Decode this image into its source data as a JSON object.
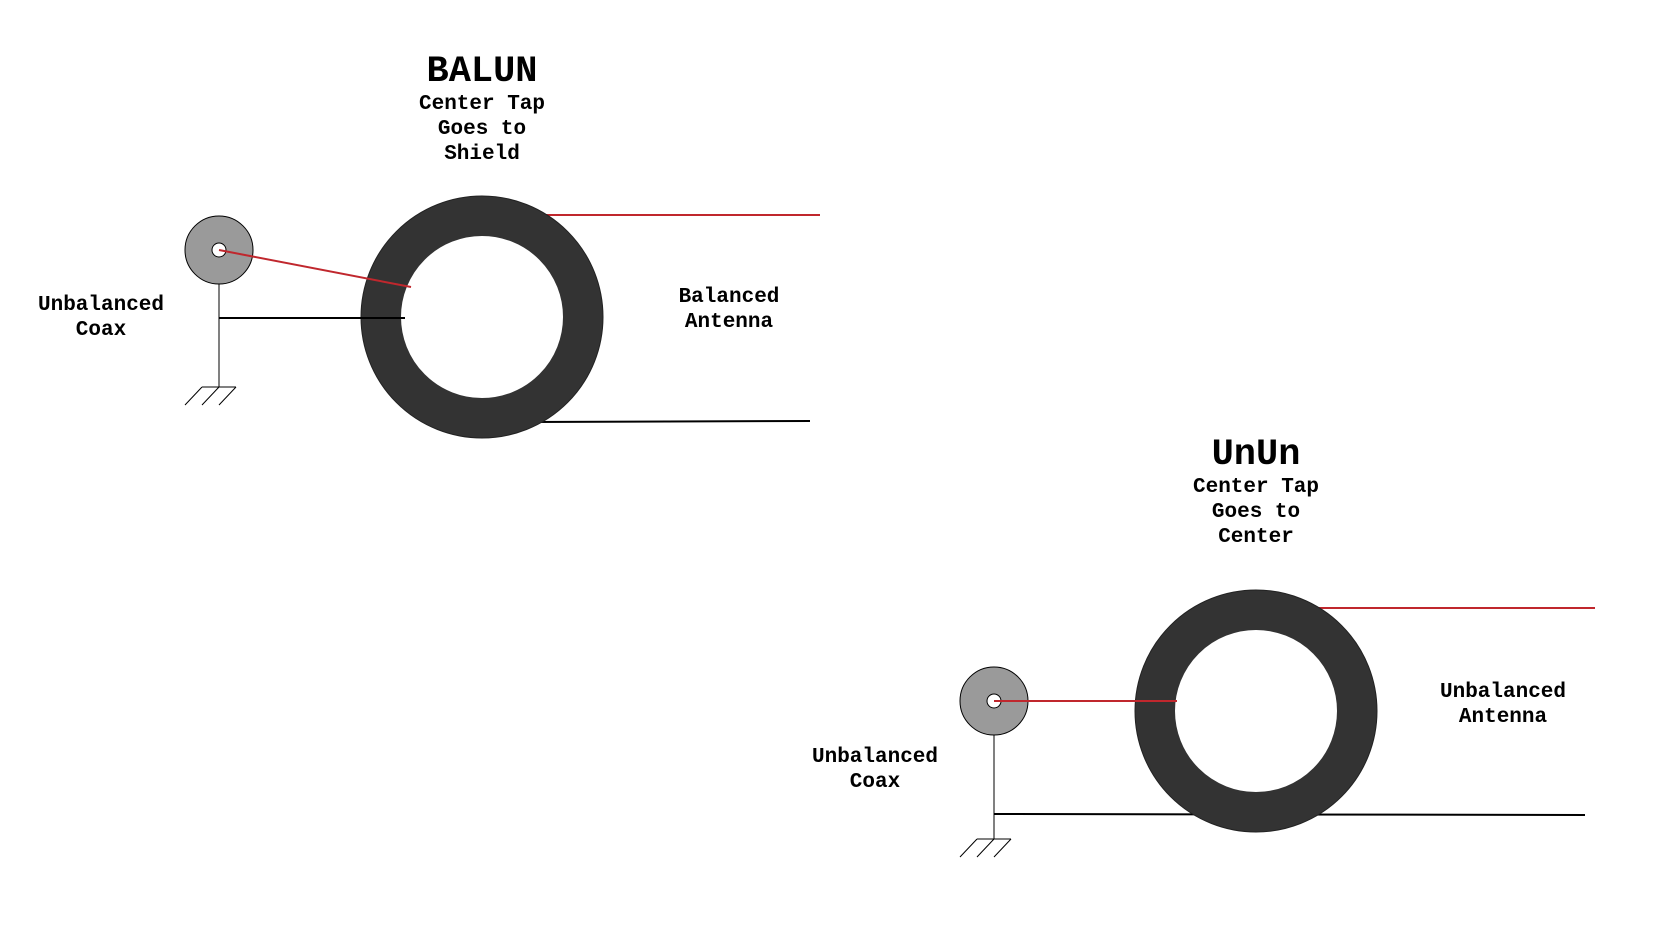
{
  "colors": {
    "background": "#ffffff",
    "toroid": "#333333",
    "coax_outer": "#9a9a9a",
    "red_wire": "#c0272d",
    "black_wire": "#000000"
  },
  "balun": {
    "title": "BALUN",
    "subtitle": [
      "Center Tap",
      "Goes to",
      "Shield"
    ],
    "coax_label": [
      "Unbalanced",
      "Coax"
    ],
    "antenna_label": [
      "Balanced",
      "Antenna"
    ]
  },
  "unun": {
    "title": "UnUn",
    "subtitle": [
      "Center Tap",
      "Goes to",
      "Center"
    ],
    "coax_label": [
      "Unbalanced",
      "Coax"
    ],
    "antenna_label": [
      "Unbalanced",
      "Antenna"
    ]
  }
}
